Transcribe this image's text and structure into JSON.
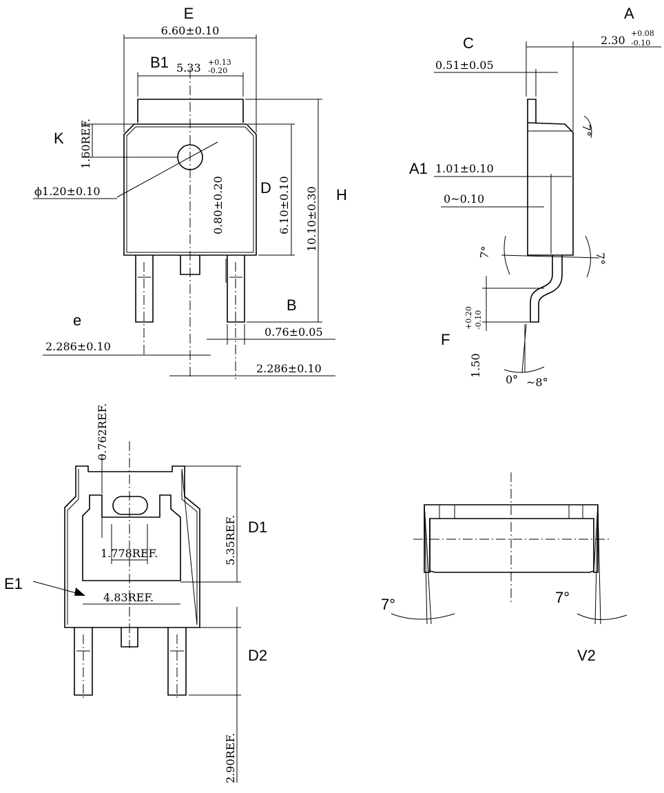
{
  "labels": {
    "E": "E",
    "A": "A",
    "C": "C",
    "B1": "B1",
    "K": "K",
    "D": "D",
    "H": "H",
    "A1": "A1",
    "B": "B",
    "e": "e",
    "F": "F",
    "D1": "D1",
    "E1": "E1",
    "D2": "D2",
    "V2": "V2"
  },
  "dims": {
    "e_660": "6.60±0.10",
    "b1_533": "5.33",
    "b1_533_up": "+0.13",
    "b1_533_dn": "-0.20",
    "k_160": "1.60REF.",
    "phi_120": "ϕ1.20±0.10",
    "hole_080": "0.80±0.20",
    "d_610": "6.10±0.10",
    "h_1010": "10.10±0.30",
    "b_076": "0.76±0.05",
    "e_2286a": "2.286±0.10",
    "e_2286b": "2.286±0.10",
    "a_230": "2.30",
    "a_230_up": "+0.08",
    "a_230_dn": "-0.10",
    "c_051": "0.51±0.05",
    "a1_101": "1.01±0.10",
    "gap_0010": "0~0.10",
    "f_150": "1.50",
    "f_150_up": "+0.20",
    "f_150_dn": "-0.10",
    "angle_7a": "7°",
    "angle_7b": "7°",
    "angle_7c": "7°",
    "angle_0": "0°",
    "angle_8": "~8°",
    "d1_0762": "0.762REF.",
    "d1_535": "5.35REF.",
    "e1_1778": "1.778REF.",
    "e1_483": "4.83REF.",
    "d2_290": "2.90REF.",
    "v2_7a": "7°",
    "v2_7b": "7°"
  }
}
